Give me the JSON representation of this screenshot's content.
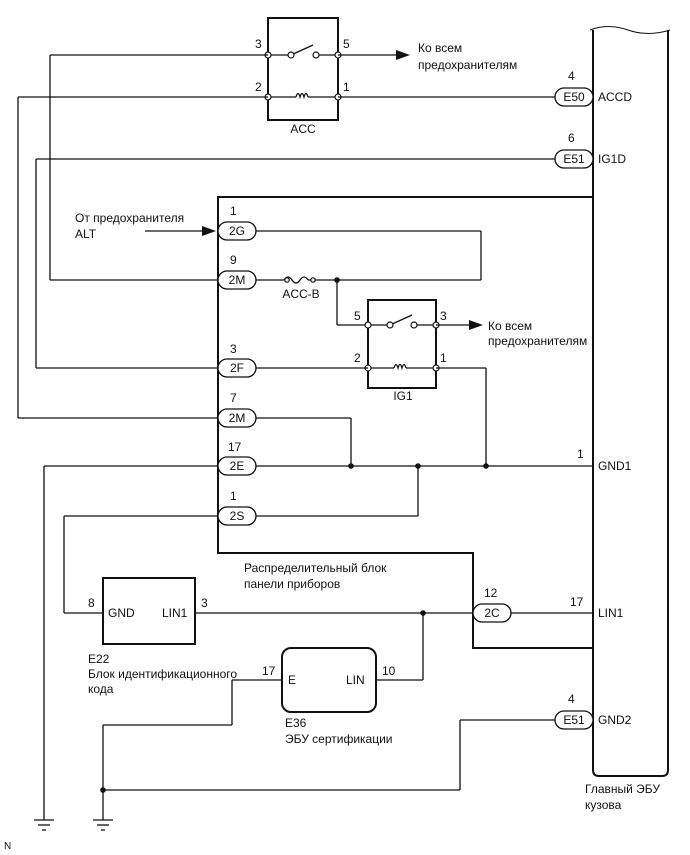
{
  "ecu": {
    "label_line1": "Главный ЭБУ",
    "label_line2": "кузова",
    "pins": {
      "accd": {
        "number": "4",
        "connector": "E50",
        "signal": "ACCD"
      },
      "ig1d": {
        "number": "6",
        "connector": "E51",
        "signal": "IG1D"
      },
      "gnd1": {
        "number": "1",
        "signal": "GND1"
      },
      "lin1": {
        "number": "17",
        "signal": "LIN1"
      },
      "gnd2": {
        "number": "4",
        "connector": "E51",
        "signal": "GND2"
      }
    }
  },
  "relay_acc": {
    "label": "ACC",
    "pin_tl": "3",
    "pin_tr": "5",
    "pin_bl": "2",
    "pin_br": "1",
    "arrow_text_line1": "Ко всем",
    "arrow_text_line2": "предохранителям"
  },
  "relay_ig1": {
    "label": "IG1",
    "pin_tl": "5",
    "pin_tr": "3",
    "pin_bl": "2",
    "pin_br": "1",
    "arrow_text_line1": "Ко всем",
    "arrow_text_line2": "предохранителям"
  },
  "junction_block": {
    "label_line1": "Распределительный блок",
    "label_line2": "панели приборов",
    "fuse_label": "ACC-B",
    "source_line1": "От предохранителя",
    "source_line2": "ALT",
    "connectors": [
      {
        "id": "2G",
        "pin": "1"
      },
      {
        "id": "2M",
        "pin": "9"
      },
      {
        "id": "2F",
        "pin": "3"
      },
      {
        "id": "2M",
        "pin": "7"
      },
      {
        "id": "2E",
        "pin": "17"
      },
      {
        "id": "2S",
        "pin": "1"
      },
      {
        "id": "2C",
        "pin": "12"
      }
    ]
  },
  "e22": {
    "code": "E22",
    "name_line1": "Блок идентификационного",
    "name_line2": "кода",
    "gnd_label": "GND",
    "gnd_pin": "8",
    "lin_label": "LIN1",
    "lin_pin": "3"
  },
  "e36": {
    "code": "E36",
    "name": "ЭБУ сертификации",
    "e_label": "E",
    "e_pin": "17",
    "lin_label": "LIN",
    "lin_pin": "10"
  },
  "corner_mark": "N"
}
